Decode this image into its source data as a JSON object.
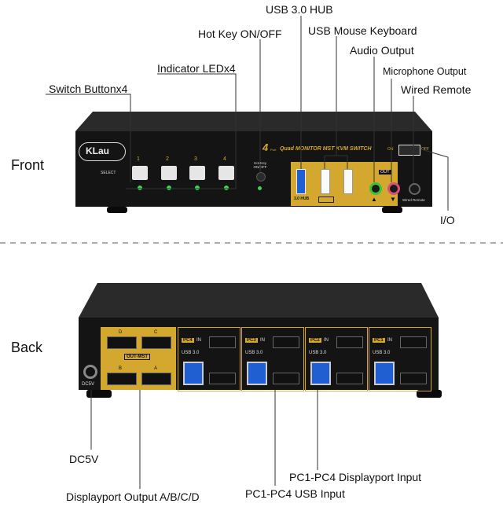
{
  "sections": {
    "front": "Front",
    "back": "Back"
  },
  "front_labels": {
    "usb30_hub": "USB 3.0 HUB",
    "hotkey": "Hot Key ON/OFF",
    "usb_mouse_keyboard": "USB Mouse Keyboard",
    "indicator": "Indicator LEDx4",
    "audio_output": "Audio Output",
    "microphone_output": "Microphone Output",
    "switch_buttons": "Switch Buttonx4",
    "wired_remote": "Wired Remote",
    "io": "I/O"
  },
  "front_panel": {
    "brand": "KLau",
    "product": "Quad MONITOR MST KVM SWITCH",
    "product_num": "4",
    "product_small": "Port",
    "select": "SELECT",
    "buttons": [
      "1",
      "2",
      "3",
      "4"
    ],
    "hotkey_small": "Hot Key ON/OFF",
    "usb_hub_small": "3.0 HUB",
    "out": "OUT",
    "wired_remote_small": "Wired Remote",
    "on": "ON",
    "off": "OFF"
  },
  "back_labels": {
    "dc5v": "DC5V",
    "displayport_output": "Displayport Output A/B/C/D",
    "pc_dp_input": "PC1-PC4 Displayport Input",
    "pc_usb_input": "PC1-PC4 USB Input"
  },
  "back_panel": {
    "out_mst": "OUT-MST",
    "ports": [
      "D",
      "C",
      "B",
      "A"
    ],
    "pcs": [
      "PC4",
      "PC3",
      "PC2",
      "PC1"
    ],
    "in": "IN",
    "usb30": "USB 3.0",
    "dc5v_small": "DC5V"
  },
  "colors": {
    "gold": "#d4a82e",
    "body": "#121212",
    "usb_blue": "#1f5fd1",
    "led_green": "#3cd64a"
  }
}
